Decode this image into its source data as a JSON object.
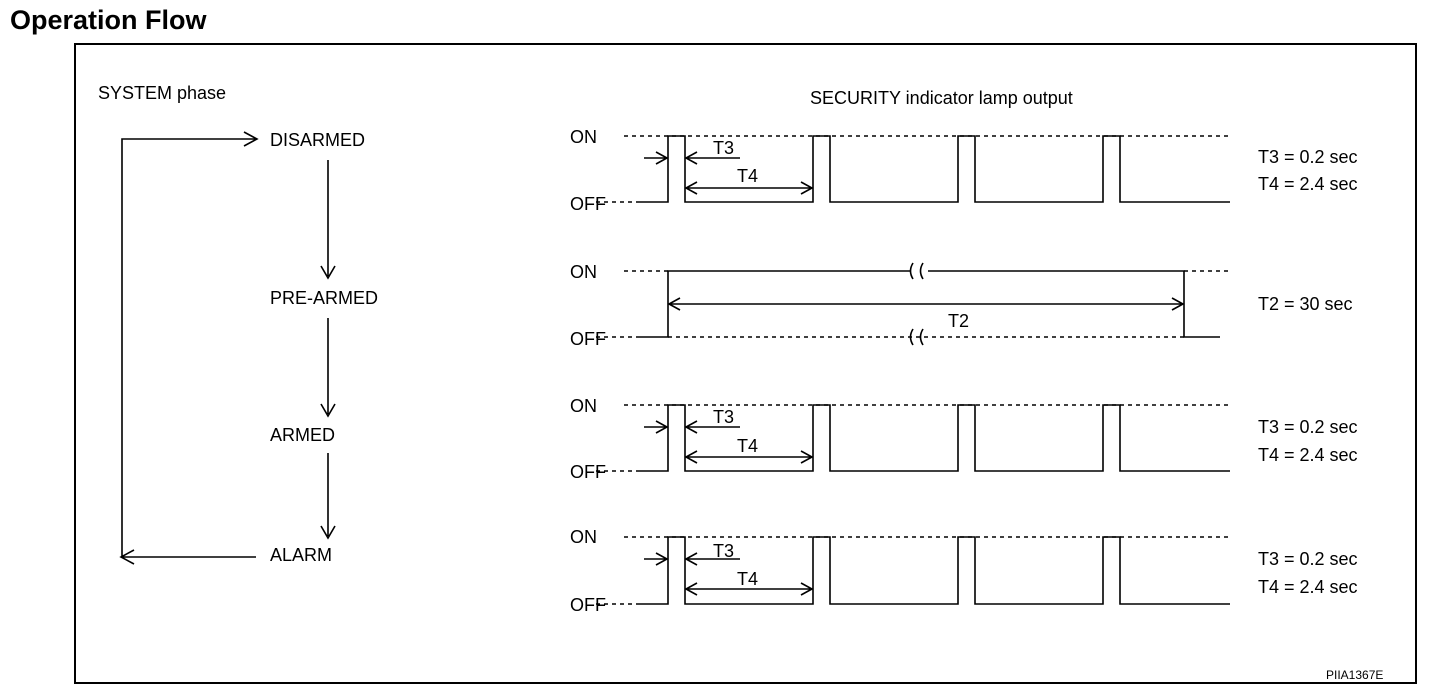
{
  "title": "Operation Flow",
  "system_phase_label": "SYSTEM phase",
  "lamp_output_label": "SECURITY indicator lamp output",
  "phases": [
    "DISARMED",
    "PRE-ARMED",
    "ARMED",
    "ALARM"
  ],
  "level_on": "ON",
  "level_off": "OFF",
  "rows": [
    {
      "phase": "DISARMED",
      "pattern": "blink",
      "dims": [
        "T3",
        "T4"
      ],
      "notes": [
        "T3 = 0.2 sec",
        "T4 = 2.4 sec"
      ]
    },
    {
      "phase": "PRE-ARMED",
      "pattern": "steady",
      "dims": [
        "T2"
      ],
      "notes": [
        "T2 = 30 sec"
      ]
    },
    {
      "phase": "ARMED",
      "pattern": "blink",
      "dims": [
        "T3",
        "T4"
      ],
      "notes": [
        "T3 = 0.2 sec",
        "T4 = 2.4 sec"
      ]
    },
    {
      "phase": "ALARM",
      "pattern": "blink",
      "dims": [
        "T3",
        "T4"
      ],
      "notes": [
        "T3 = 0.2 sec",
        "T4 = 2.4 sec"
      ]
    }
  ],
  "figure_code": "PIIA1367E",
  "colors": {
    "ink": "#000000",
    "background": "#ffffff"
  }
}
